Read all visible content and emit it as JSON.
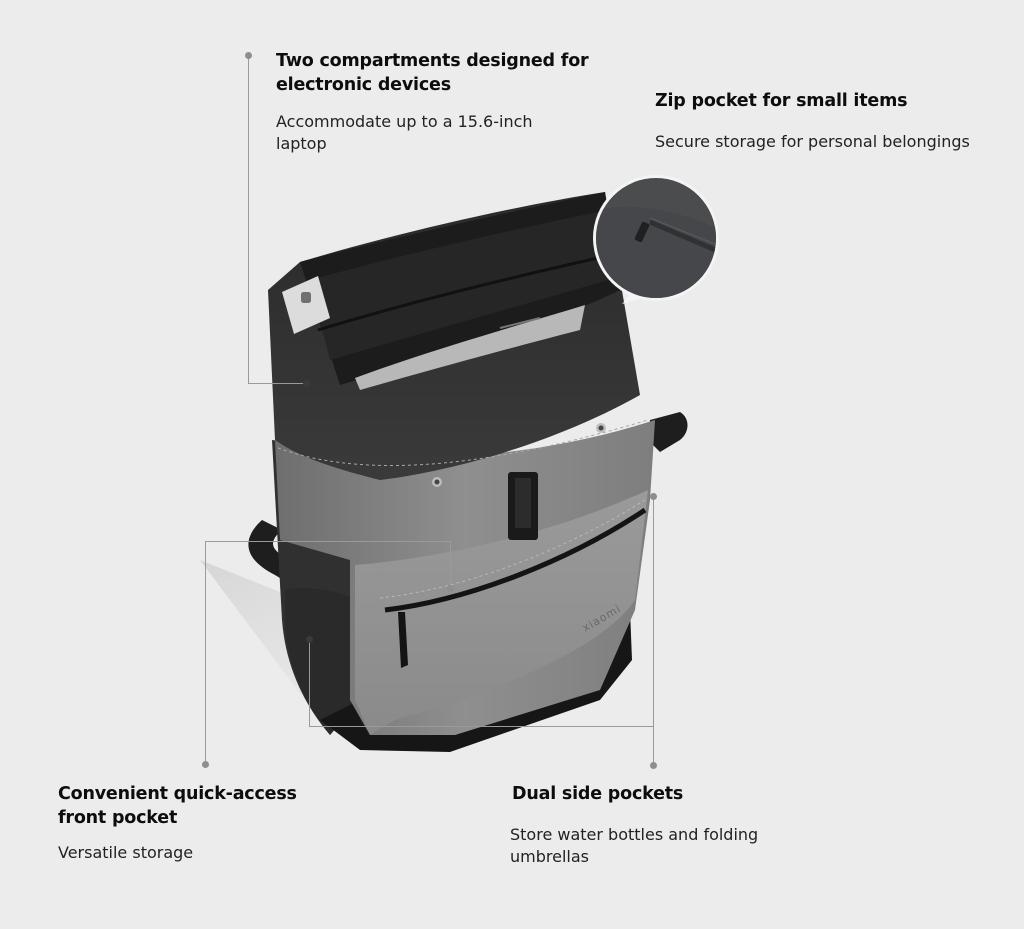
{
  "callouts": {
    "compartments": {
      "title": "Two compartments designed for electronic devices",
      "title_line1": "Two compartments designed for",
      "title_line2": "electronic devices",
      "desc_line1": "Accommodate up to a 15.6-inch",
      "desc_line2": "laptop"
    },
    "zip_pocket": {
      "title": "Zip pocket for small items",
      "desc": "Secure storage for personal belongings"
    },
    "front_pocket": {
      "title_line1": "Convenient quick-access",
      "title_line2": "front pocket",
      "desc": "Versatile storage"
    },
    "side_pockets": {
      "title": "Dual side pockets",
      "desc_line1": "Store water bottles and folding",
      "desc_line2": "umbrellas"
    }
  },
  "product": {
    "brand_text": "xiaomi",
    "image_subject": "backpack with open roll-top and laptop inside"
  },
  "colors": {
    "background": "#ececec",
    "bag_body": "#8a8a8a",
    "bag_dark": "#222222",
    "connector": "#9a9a9a"
  }
}
